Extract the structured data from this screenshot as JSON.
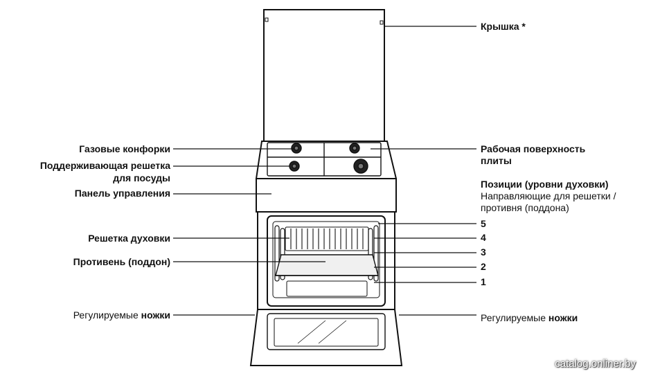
{
  "labels": {
    "lid": "Крышка *",
    "burners": "Газовые конфорки",
    "support_grid_line1": "Поддерживающая решетка",
    "support_grid_line2": "для посуды",
    "control_panel": "Панель управления",
    "oven_rack": "Решетка духовки",
    "tray": "Противень (поддон)",
    "feet_left_prefix": "Регулируемые ",
    "feet_left_bold": "ножки",
    "worktop_line1": "Рабочая поверхность",
    "worktop_line2": "плиты",
    "positions_title": "Позиции (уровни духовки)",
    "guides_line1": "Направляющие  для решетки /",
    "guides_line2": "противня (поддона)",
    "feet_right_prefix": "Регулируемые ",
    "feet_right_bold": "ножки"
  },
  "levels": [
    "5",
    "4",
    "3",
    "2",
    "1"
  ],
  "watermark": "catalog.onliner.by"
}
